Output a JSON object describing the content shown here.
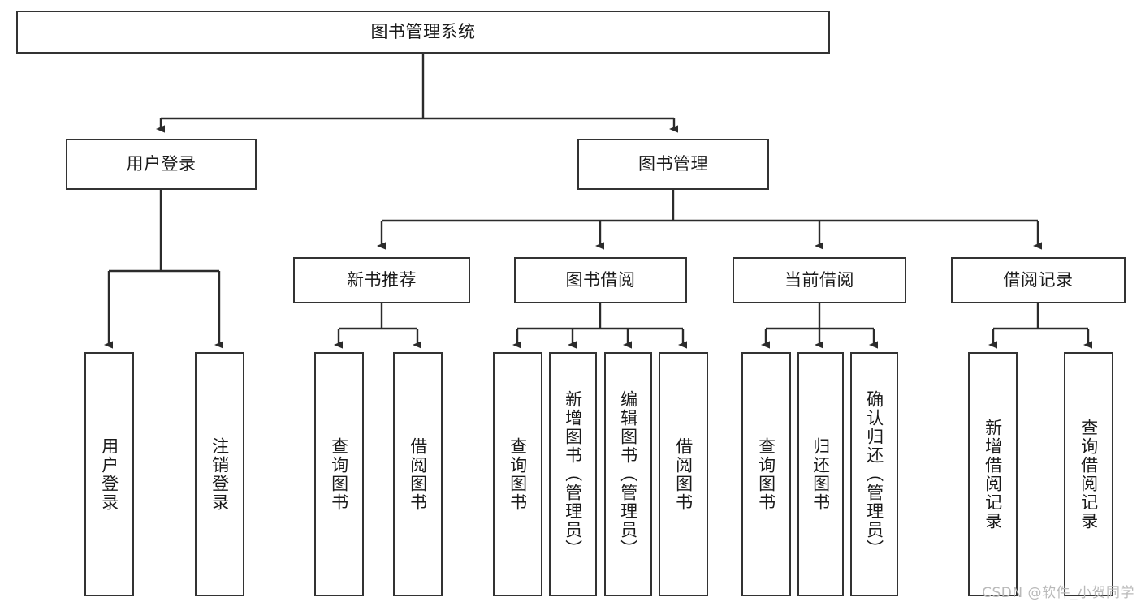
{
  "diagram": {
    "type": "tree",
    "title": "图书管理系统",
    "watermark": "CSDN @软件_小贺同学",
    "colors": {
      "box_border": "#333333",
      "box_fill": "#ffffff",
      "connector": "#2b2b2b",
      "text": "#1a1a1a",
      "watermark": "#b9b9b9",
      "background": "#ffffff"
    },
    "nodes": {
      "root": {
        "label": "图书管理系统"
      },
      "level2": [
        {
          "id": "user-login",
          "label": "用户登录"
        },
        {
          "id": "book-manage",
          "label": "图书管理"
        }
      ],
      "level3": [
        {
          "id": "new-book-recommend",
          "label": "新书推荐"
        },
        {
          "id": "book-borrow",
          "label": "图书借阅"
        },
        {
          "id": "current-borrow",
          "label": "当前借阅"
        },
        {
          "id": "borrow-record",
          "label": "借阅记录"
        }
      ],
      "leaves": {
        "user_login": [
          {
            "id": "leaf-user-login",
            "label": "用户登录"
          },
          {
            "id": "leaf-logout-login",
            "label": "注销登录"
          }
        ],
        "new_book_recommend": [
          {
            "id": "leaf-query-book-1",
            "label": "查询图书"
          },
          {
            "id": "leaf-borrow-book-1",
            "label": "借阅图书"
          }
        ],
        "book_borrow": [
          {
            "id": "leaf-query-book-2",
            "label": "查询图书"
          },
          {
            "id": "leaf-add-book",
            "label": "新增图书（管理员）"
          },
          {
            "id": "leaf-edit-book",
            "label": "编辑图书（管理员）"
          },
          {
            "id": "leaf-borrow-book-2",
            "label": "借阅图书"
          }
        ],
        "current_borrow": [
          {
            "id": "leaf-query-book-3",
            "label": "查询图书"
          },
          {
            "id": "leaf-return-book",
            "label": "归还图书"
          },
          {
            "id": "leaf-confirm-return",
            "label": "确认归还（管理员）"
          }
        ],
        "borrow_record": [
          {
            "id": "leaf-add-record",
            "label": "新增借阅记录"
          },
          {
            "id": "leaf-query-record",
            "label": "查询借阅记录"
          }
        ]
      }
    }
  }
}
